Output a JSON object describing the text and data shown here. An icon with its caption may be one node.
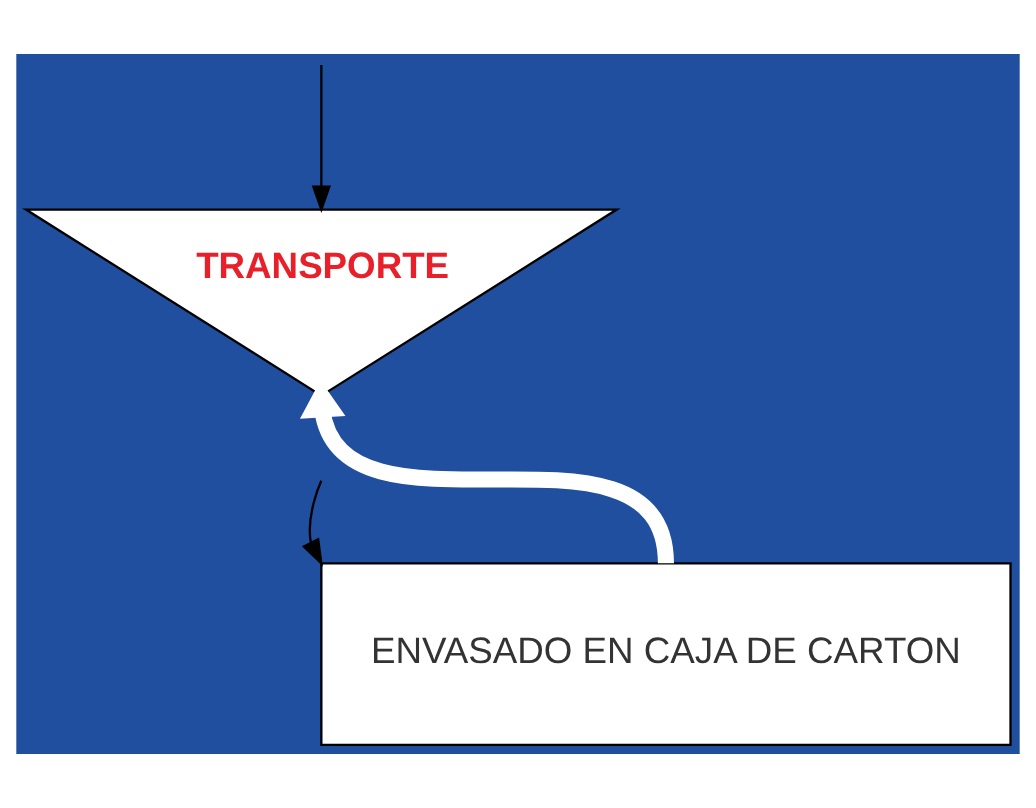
{
  "diagram": {
    "nodes": [
      {
        "text": [
          "TRANSPORTE"
        ]
      },
      {
        "text": [
          "ENVASADO EN CAJA DE CARTON"
        ]
      }
    ],
    "edges": [
      {
        "from": null,
        "to": 0,
        "arrow": "to"
      },
      {
        "from": 1,
        "to": 0,
        "arrow": "to",
        "style": "thick",
        "color": "#ffffff"
      },
      {
        "from": null,
        "to": 1,
        "arrow": "to"
      }
    ]
  }
}
